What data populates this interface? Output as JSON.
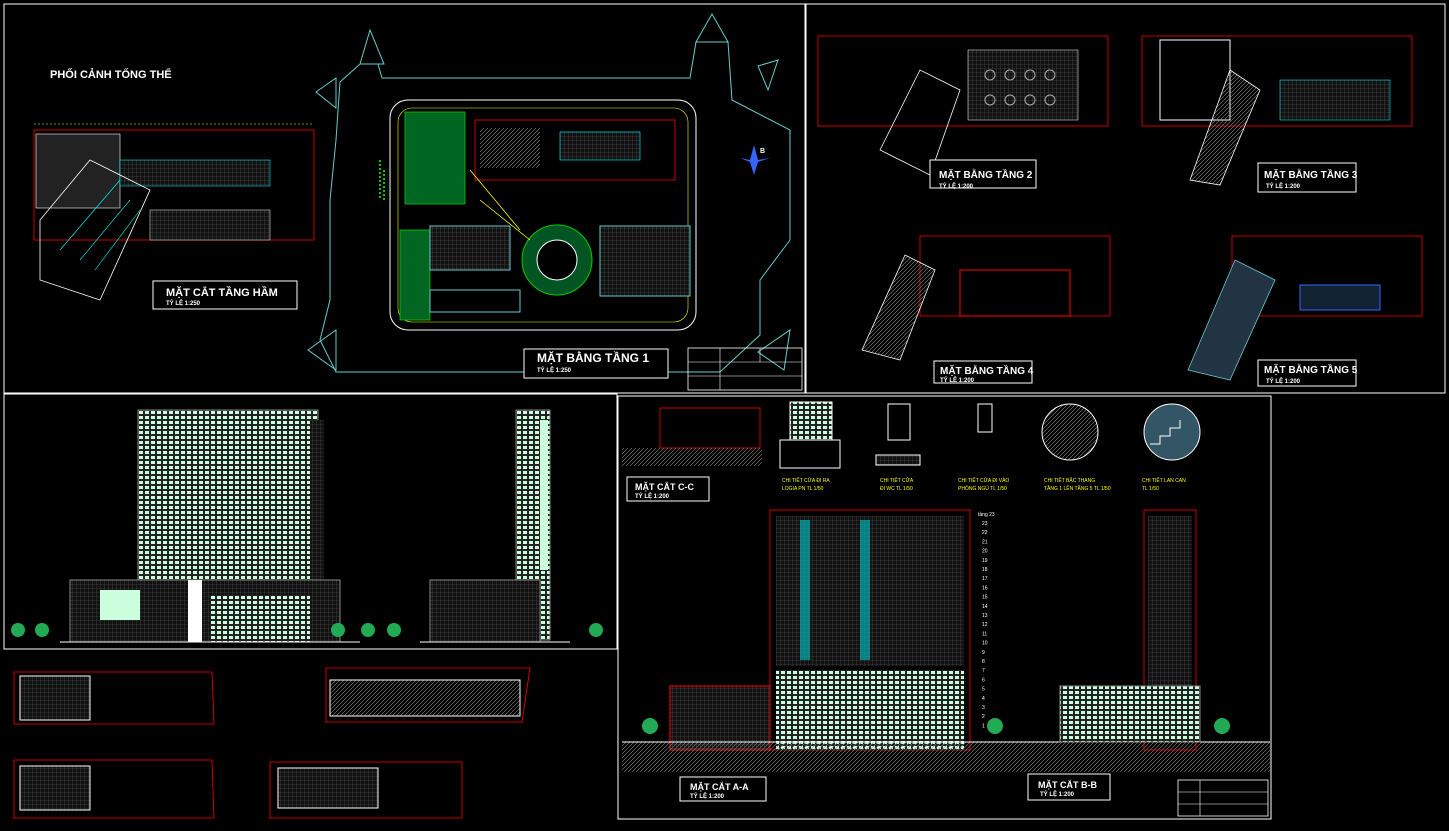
{
  "sheet": {
    "overview_title": "PHỐI CẢNH TỔNG THỂ",
    "basement": {
      "title": "MẶT CẮT TẦNG HẦM",
      "scale": "TỶ LỆ 1:250"
    },
    "floor1": {
      "title": "MẶT BẰNG TẦNG 1",
      "scale": "TỶ LỆ 1:250"
    },
    "floor2": {
      "title": "MẶT BẰNG TẦNG 2",
      "scale": "TỶ LỆ 1:200"
    },
    "floor3": {
      "title": "MẶT BẰNG TẦNG 3",
      "scale": "TỶ LỆ 1:200"
    },
    "floor4": {
      "title": "MẶT BẰNG TẦNG 4",
      "scale": "TỶ LỆ 1:200"
    },
    "floor5": {
      "title": "MẶT BẰNG TẦNG 5",
      "scale": "TỶ LỆ 1:200"
    },
    "sectionCC": {
      "title": "MẶT CẮT C-C",
      "scale": "TỶ LỆ 1:200"
    },
    "sectionAA": {
      "title": "MẶT CẮT A-A",
      "scale": "TỶ LỆ 1:200"
    },
    "sectionBB": {
      "title": "MẶT CẮT B-B",
      "scale": "TỶ LỆ 1:200"
    },
    "north_mark": "B",
    "details": [
      {
        "line1": "CHI TIẾT CỬA ĐI RA",
        "line2": "LOGIA  PN  TL 1/50"
      },
      {
        "line1": "CHI TIẾT CỬA",
        "line2": "ĐI WC   TL 1/50"
      },
      {
        "line1": "CHI TIẾT CỬA ĐI VÀO",
        "line2": "PHÒNG NGỦ  TL 1/50"
      },
      {
        "line1": "CHI TIẾT BẬC THANG",
        "line2": "TẦNG 1 LÊN TẦNG 5   TL 1/50"
      },
      {
        "line1": "CHI TIẾT LAN CAN",
        "line2": "TL 1/50"
      }
    ],
    "level_label": "tầng 23",
    "levels": [
      "23",
      "22",
      "21",
      "20",
      "19",
      "18",
      "17",
      "16",
      "15",
      "14",
      "13",
      "12",
      "11",
      "10",
      "9",
      "8",
      "7",
      "6",
      "5",
      "4",
      "3",
      "2",
      "1"
    ]
  },
  "colors": {
    "background": "#000000",
    "frame": "#ffffff",
    "cad_yellow": "#ffff00",
    "cad_red": "#ff0000",
    "cad_cyan": "#00ffff",
    "cad_green": "#00cc00",
    "cad_blue": "#3366ff"
  }
}
